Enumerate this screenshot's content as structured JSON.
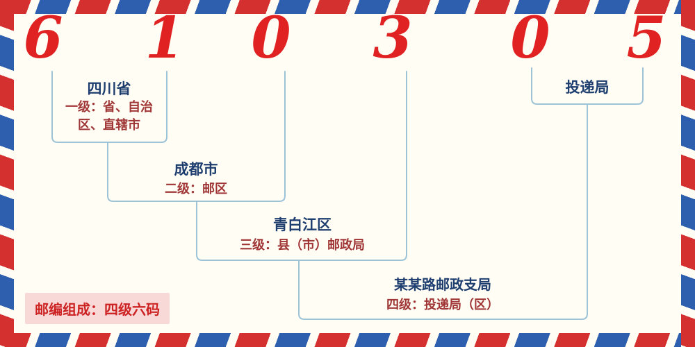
{
  "postal_code": {
    "digits": [
      "6",
      "1",
      "0",
      "3",
      "0",
      "5"
    ]
  },
  "levels": [
    {
      "name": "四川省",
      "desc": "一级：省、自治区、直辖市"
    },
    {
      "name": "成都市",
      "desc": "二级：邮区"
    },
    {
      "name": "青白江区",
      "desc": "三级：县（市）邮政局"
    },
    {
      "name": "某某路邮政支局",
      "desc": "四级：投递局（区）"
    },
    {
      "name": "投递局",
      "desc": ""
    }
  ],
  "footer": {
    "composition_label": "邮编组成：四级六码"
  },
  "colors": {
    "digit_red": "#e02222",
    "connector_line": "#9cc3d6",
    "level_name_text": "#1e3e70",
    "level_desc_text": "#a03535",
    "badge_background": "#f9d8d8",
    "badge_text": "#cc2222",
    "stripe_red": "#d43030",
    "stripe_blue": "#2d5fae",
    "page_background": "#fffdf4"
  }
}
